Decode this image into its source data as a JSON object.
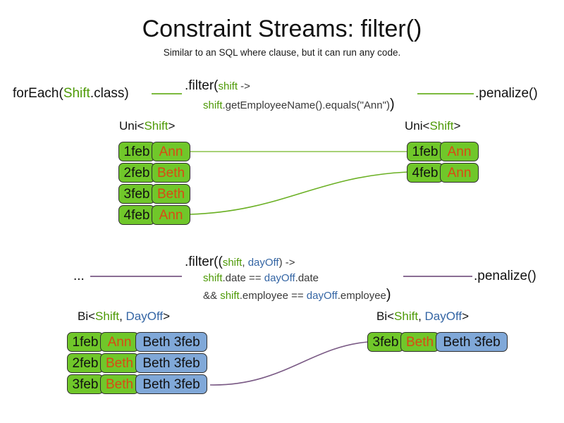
{
  "header": {
    "title": "Constraint Streams: filter()",
    "subtitle": "Similar to an SQL where clause, but it can run any code."
  },
  "colors": {
    "green": "#70c72a",
    "blue": "#80a8d8",
    "name_orange": "#d94a14",
    "token_shift_green": "#4e9a06",
    "token_dayoff_blue": "#3465a4",
    "wire_green": "#6ab023",
    "wire_purple": "#7a5a85",
    "cell_border": "#2f2f2f",
    "text_dark": "#3a3a3a"
  },
  "uni_section": {
    "source_label": {
      "prefix": "forEach(",
      "type": "Shift",
      "suffix": ".class)"
    },
    "filter_code": {
      "line1_head": ".filter(",
      "line1_param": "shift",
      "line1_tail": " ->",
      "line2_param": "shift",
      "line2_body": ".getEmployeeName().equals(\"Ann\")",
      "line2_close": ")"
    },
    "penalize_label": ".penalize()",
    "input_type": {
      "prefix": "Uni<",
      "type": "Shift",
      "suffix": ">"
    },
    "output_type": {
      "prefix": "Uni<",
      "type": "Shift",
      "suffix": ">"
    },
    "input_rows": [
      {
        "date": "1feb",
        "name": "Ann"
      },
      {
        "date": "2feb",
        "name": "Beth"
      },
      {
        "date": "3feb",
        "name": "Beth"
      },
      {
        "date": "4feb",
        "name": "Ann"
      }
    ],
    "output_rows": [
      {
        "date": "1feb",
        "name": "Ann"
      },
      {
        "date": "4feb",
        "name": "Ann"
      }
    ]
  },
  "bi_section": {
    "source_label": "...",
    "filter_code": {
      "line1_head": ".filter((",
      "line1_param1": "shift",
      "line1_comma": ", ",
      "line1_param2": "dayOff",
      "line1_tail": ") ->",
      "line2_param1": "shift",
      "line2_mid": ".date == ",
      "line2_param2": "dayOff",
      "line2_tail": ".date",
      "line3_head": "&& ",
      "line3_param1": "shift",
      "line3_mid": ".employee == ",
      "line3_param2": "dayOff",
      "line3_tail": ".employee",
      "line3_close": ")"
    },
    "penalize_label": ".penalize()",
    "input_type": {
      "prefix": "Bi<",
      "type1": "Shift",
      "comma": ", ",
      "type2": "DayOff",
      "suffix": ">"
    },
    "output_type": {
      "prefix": "Bi<",
      "type1": "Shift",
      "comma": ", ",
      "type2": "DayOff",
      "suffix": ">"
    },
    "input_rows": [
      {
        "date": "1feb",
        "name": "Ann",
        "pair": "Beth 3feb"
      },
      {
        "date": "2feb",
        "name": "Beth",
        "pair": "Beth 3feb"
      },
      {
        "date": "3feb",
        "name": "Beth",
        "pair": "Beth 3feb"
      }
    ],
    "output_rows": [
      {
        "date": "3feb",
        "name": "Beth",
        "pair": "Beth 3feb"
      }
    ]
  }
}
